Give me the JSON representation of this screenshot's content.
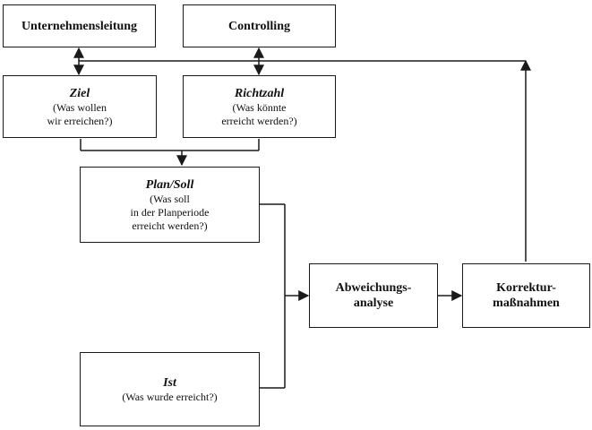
{
  "boxes": {
    "unternehmensleitung": {
      "title": "Unternehmensleitung"
    },
    "controlling": {
      "title": "Controlling"
    },
    "ziel": {
      "title": "Ziel",
      "lines": [
        "(Was wollen",
        "wir erreichen?)"
      ]
    },
    "richtzahl": {
      "title": "Richtzahl",
      "lines": [
        "(Was könnte",
        "erreicht werden?)"
      ]
    },
    "plan_soll": {
      "title": "Plan/Soll",
      "lines": [
        "(Was soll",
        "in der Planperiode",
        "erreicht werden?)"
      ]
    },
    "ist": {
      "title": "Ist",
      "lines": [
        "(Was wurde erreicht?)"
      ]
    },
    "abweichungsanalyse": {
      "lines": [
        "Abweichungs-",
        "analyse"
      ]
    },
    "korrekturmassnahmen": {
      "lines": [
        "Korrektur-",
        "maßnahmen"
      ]
    }
  },
  "colors": {
    "stroke": "#1a1a1a",
    "background": "#ffffff"
  }
}
